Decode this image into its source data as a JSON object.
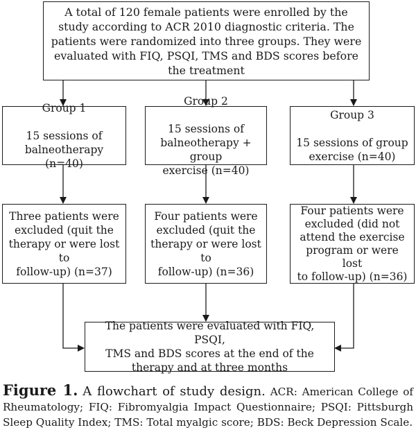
{
  "flowchart": {
    "enrollment": "A total of 120 female patients were enrolled by the study according to ACR 2010 diagnostic criteria. The patients were randomized into three groups. They were evaluated with FIQ, PSQI, TMS and BDS scores before the treatment",
    "groups": [
      {
        "name": "Group 1",
        "treatment": "15 sessions of\nbalneotherapy (n=40)"
      },
      {
        "name": "Group 2",
        "treatment": "15 sessions of\nbalneotherapy + group\nexercise (n=40)"
      },
      {
        "name": "Group 3",
        "treatment": "15 sessions of group\nexercise (n=40)"
      }
    ],
    "exclusions": [
      "Three patients were\nexcluded (quit the\ntherapy or were lost to\nfollow-up) (n=37)",
      "Four patients were\nexcluded (quit the\ntherapy or were lost to\nfollow-up) (n=36)",
      "Four patients were\nexcluded (did not\nattend the exercise\nprogram or were lost\nto follow-up) (n=36)"
    ],
    "final": "The patients were evaluated with FIQ, PSQI,\nTMS and BDS scores at the end of the\ntherapy and at three months"
  },
  "caption": {
    "label": "Figure 1.",
    "title": "A flowchart of study design.",
    "text": "ACR: American College of Rheumatology; FIQ: Fibromyalgia Impact Questionnaire; PSQI: Pittsburgh Sleep Quality Index; TMS: Total myalgic score; BDS: Beck Depression Scale."
  }
}
